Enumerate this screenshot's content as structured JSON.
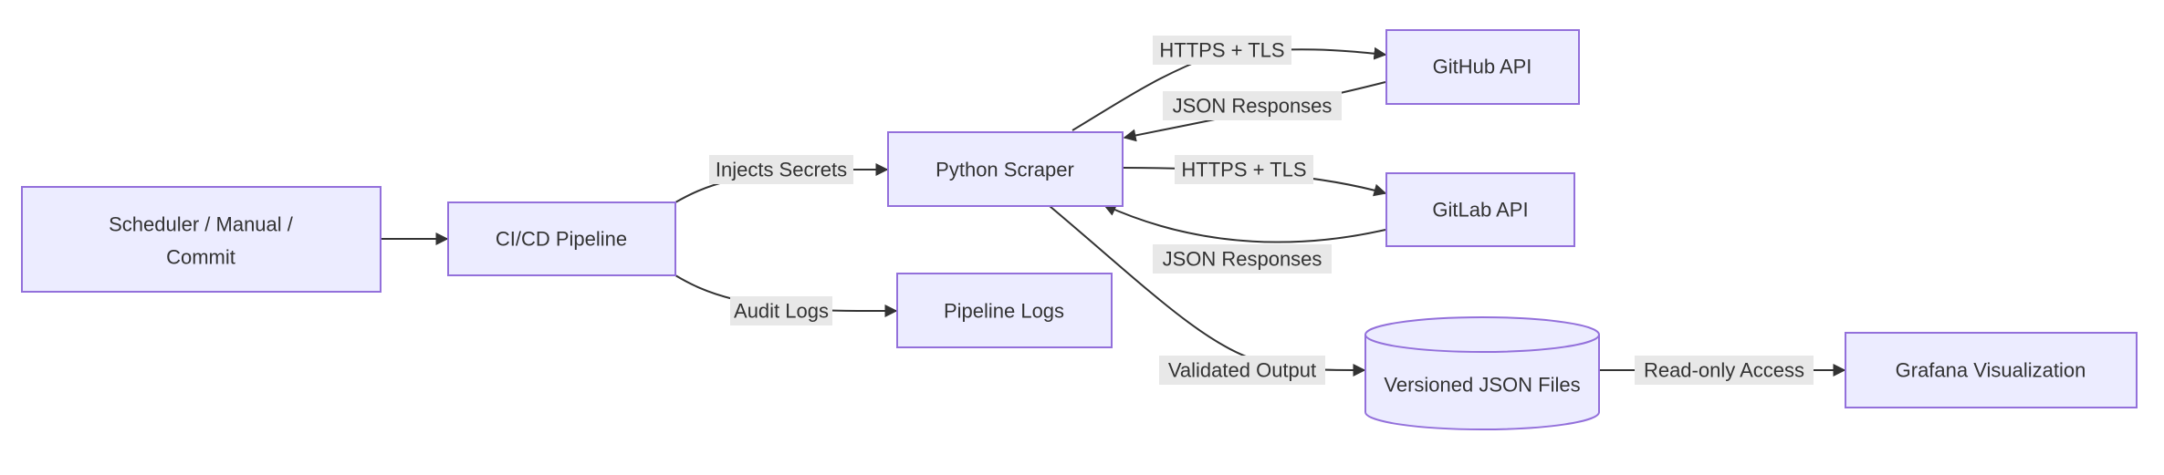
{
  "nodes": {
    "trigger": {
      "line1": "Scheduler / Manual /",
      "line2": "Commit"
    },
    "pipeline": "CI/CD Pipeline",
    "scraper": "Python Scraper",
    "pipeline_logs": "Pipeline Logs",
    "github": "GitHub API",
    "gitlab": "GitLab API",
    "json_files": "Versioned JSON Files",
    "grafana": "Grafana Visualization"
  },
  "edges": {
    "injects_secrets": "Injects Secrets",
    "audit_logs": "Audit Logs",
    "https_tls_github": "HTTPS + TLS",
    "json_responses_github": "JSON Responses",
    "https_tls_gitlab": "HTTPS + TLS",
    "json_responses_gitlab": "JSON Responses",
    "validated_output": "Validated Output",
    "read_only_access": "Read-only Access"
  },
  "colors": {
    "node_fill": "#ECECFF",
    "node_stroke": "#9370DB",
    "edge": "#333333",
    "label_bg": "#E8E8E8",
    "text": "#333333"
  }
}
